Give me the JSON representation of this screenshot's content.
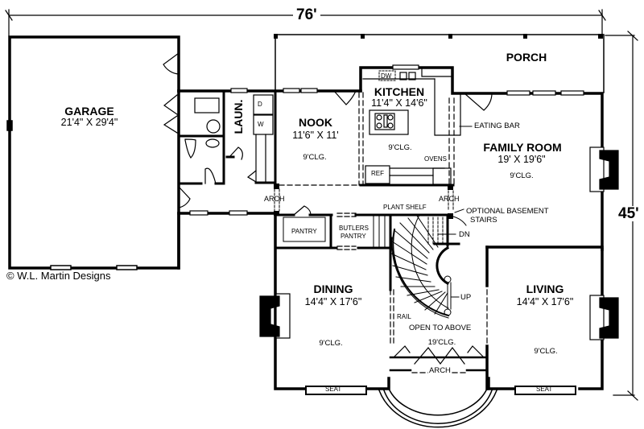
{
  "dimensions": {
    "width": "76'",
    "depth": "45'"
  },
  "copyright": "© W.L. Martin Designs",
  "rooms": {
    "garage": {
      "name": "GARAGE",
      "size": "21'4\" X 29'4\""
    },
    "laundry": {
      "name": "LAUN.",
      "dryer": "D",
      "washer": "W"
    },
    "nook": {
      "name": "NOOK",
      "size": "11'6\" X 11'",
      "ceiling": "9'CLG."
    },
    "kitchen": {
      "name": "KITCHEN",
      "size": "11'4\" X 14'6\"",
      "ceiling": "9'CLG.",
      "dishwasher": "DW",
      "refrigerator": "REF",
      "ovens": "OVENS"
    },
    "porch": {
      "name": "PORCH"
    },
    "family_room": {
      "name": "FAMILY ROOM",
      "size": "19' X 19'6\"",
      "ceiling": "9'CLG.",
      "eating_bar": "EATING BAR"
    },
    "pantry": {
      "name": "PANTRY"
    },
    "butlers_pantry": {
      "line1": "BUTLERS",
      "line2": "PANTRY"
    },
    "dining": {
      "name": "DINING",
      "size": "14'4\" X 17'6\"",
      "ceiling": "9'CLG.",
      "seat": "SEAT"
    },
    "living": {
      "name": "LIVING",
      "size": "14'4\" X 17'6\"",
      "ceiling": "9'CLG.",
      "seat": "SEAT"
    },
    "foyer": {
      "open": "OPEN TO ABOVE",
      "ceiling": "19'CLG.",
      "arch": "ARCH"
    }
  },
  "annotations": {
    "arch_left": "ARCH",
    "arch_right": "ARCH",
    "plant_shelf": "PLANT SHELF",
    "basement_line1": "OPTIONAL BASEMENT",
    "basement_line2": "STAIRS",
    "down": "DN",
    "up": "UP",
    "rail": "RAIL"
  }
}
